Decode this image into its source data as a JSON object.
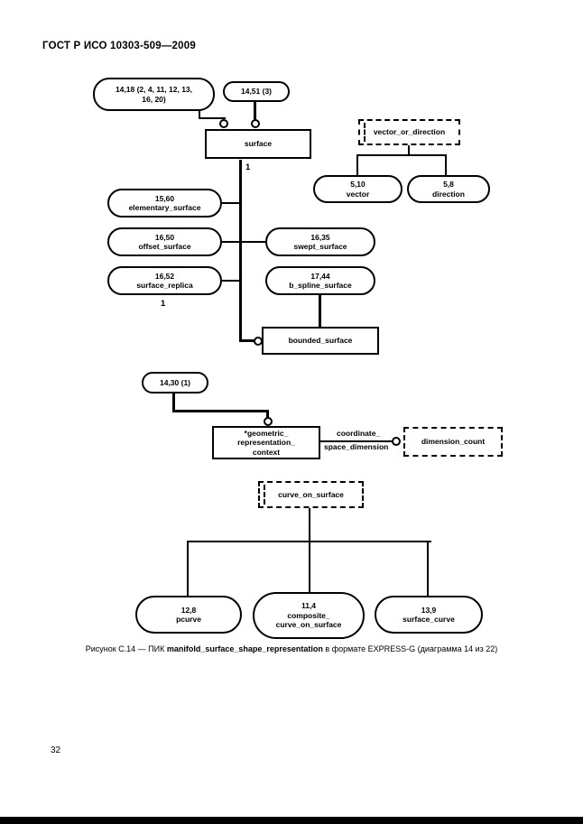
{
  "page": {
    "header": "ГОСТ Р ИСО 10303-509—2009",
    "page_number": "32"
  },
  "caption": {
    "prefix": "Рисунок С.14 — ПИК ",
    "bold": "manifold_surface_shape_representation",
    "suffix": " в формате EXPRESS-G (диаграмма 14 из 22)"
  },
  "diagram": {
    "type": "express-g",
    "nodes": {
      "ref_surface": {
        "line1": "14,18 (2, 4, 11, 12, 13,",
        "line2": "16, 20)"
      },
      "ref_surface2": {
        "line1": "14,51 (3)"
      },
      "surface": {
        "line1": "surface"
      },
      "vector_or_direction": {
        "line1": "vector_or_direction"
      },
      "vector": {
        "line1": "5,10",
        "line2": "vector"
      },
      "direction": {
        "line1": "5,8",
        "line2": "direction"
      },
      "elementary_surface": {
        "line1": "15,60",
        "line2": "elementary_surface"
      },
      "offset_surface": {
        "line1": "16,50",
        "line2": "offset_surface"
      },
      "swept_surface": {
        "line1": "16,35",
        "line2": "swept_surface"
      },
      "surface_replica": {
        "line1": "16,52",
        "line2": "surface_replica"
      },
      "b_spline_surface": {
        "line1": "17,44",
        "line2": "b_spline_surface"
      },
      "bounded_surface": {
        "line1": "bounded_surface"
      },
      "ref_grc": {
        "line1": "14,30 (1)"
      },
      "geometric_representation_context": {
        "line1": "*geometric_",
        "line2": "representation_",
        "line3": "context"
      },
      "dimension_count": {
        "line1": "dimension_count"
      },
      "curve_on_surface": {
        "line1": "curve_on_surface"
      },
      "pcurve": {
        "line1": "12,8",
        "line2": "pcurve"
      },
      "composite_curve_on_surface": {
        "line1": "11,4",
        "line2": "composite_",
        "line3": "curve_on_surface"
      },
      "surface_curve": {
        "line1": "13,9",
        "line2": "surface_curve"
      }
    },
    "edge_labels": {
      "partition_top": "1",
      "partition_mid": "1",
      "attr_line1": "coordinate_",
      "attr_line2": "space_dimension"
    },
    "colors": {
      "ink": "#000000",
      "paper": "#ffffff"
    }
  }
}
